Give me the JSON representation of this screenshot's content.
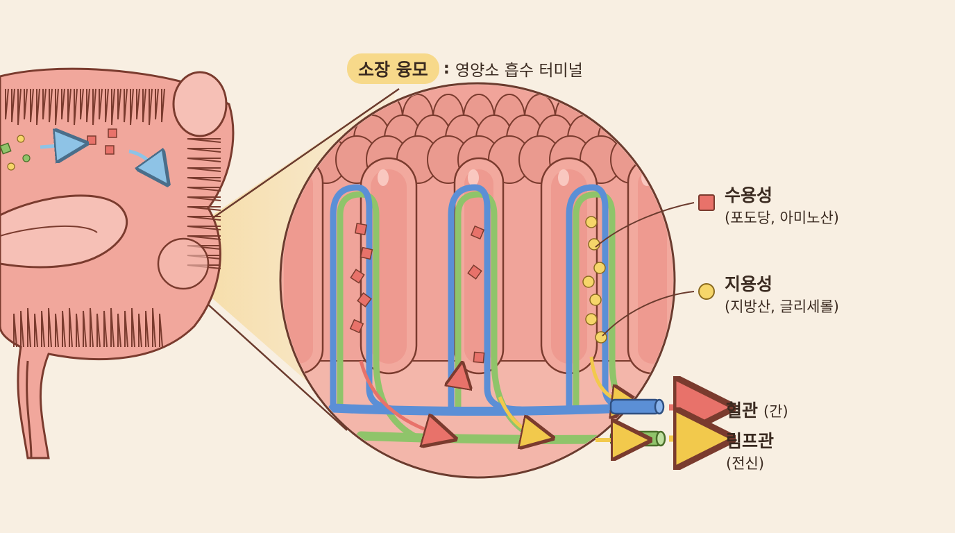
{
  "title": {
    "badge": "소장 융모",
    "separator": ":",
    "subtitle": "영양소 흡수 터미널"
  },
  "legend": {
    "water_soluble": {
      "name": "수용성",
      "examples": "(포도당, 아미노산)"
    },
    "fat_soluble": {
      "name": "지용성",
      "examples": "(지방산, 글리세롤)"
    }
  },
  "outputs": {
    "blood": {
      "name": "혈관",
      "dest": "(간)"
    },
    "lymph": {
      "name": "림프관",
      "dest": "(전신)"
    }
  },
  "colors": {
    "background": "#f8efe2",
    "tissue": "#f0a49a",
    "tissue_dark": "#7a3b2e",
    "blood_vessel": "#5b8fd6",
    "lymph_vessel": "#8fc46a",
    "water_soluble": "#e8726a",
    "fat_soluble": "#f6d66a",
    "arrow_red": "#e8726a",
    "arrow_yellow": "#f2c94c"
  },
  "icons": [
    "water-soluble-square-icon",
    "fat-soluble-dot-icon",
    "red-arrow-icon",
    "yellow-arrow-icon"
  ]
}
